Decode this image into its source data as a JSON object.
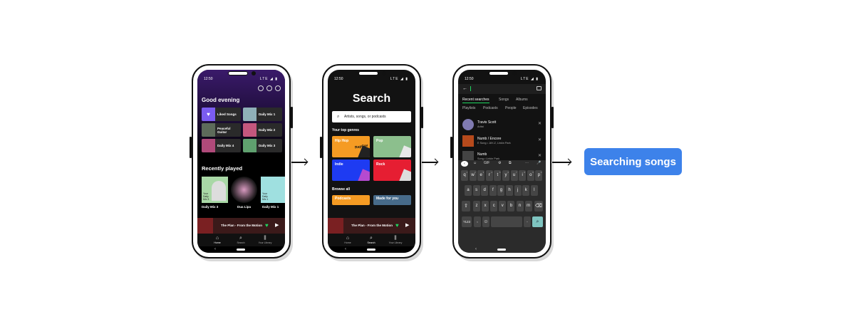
{
  "status": {
    "time": "12:50",
    "signal": "LTE ◢ ▮"
  },
  "home": {
    "greeting": "Good evening",
    "tiles": [
      {
        "label": "Liked Songs",
        "color": "#7b5cf0"
      },
      {
        "label": "Daily Mix 1",
        "color": "#8fb0b8"
      },
      {
        "label": "Peaceful Guitar",
        "color": "#5d6b5a"
      },
      {
        "label": "Daily Mix 2",
        "color": "#c4577e"
      },
      {
        "label": "Daily Mix 4",
        "color": "#b04a7a"
      },
      {
        "label": "Daily Mix 3",
        "color": "#5fa06f"
      }
    ],
    "recently_played_title": "Recently played",
    "recent": [
      {
        "label": "Daily Mix 3",
        "inner": "Your Daily Mix 3",
        "color": "#a9d8a6"
      },
      {
        "label": "Dua Lipa",
        "color": "#c98bb0"
      },
      {
        "label": "Daily Mix 1",
        "inner": "Your Daily Mix 1",
        "color": "#9fe0e0"
      }
    ]
  },
  "now_playing": {
    "track": "The Plan - From the Motion"
  },
  "nav": {
    "home": "Home",
    "search": "Search",
    "library": "Your Library"
  },
  "search": {
    "title": "Search",
    "placeholder": "Artists, songs, or podcasts",
    "top_genres": "Your top genres",
    "genres": [
      {
        "label": "Hip Hop",
        "color": "#f59b23",
        "art": "RapCav"
      },
      {
        "label": "Pop",
        "color": "#8cbf8d"
      },
      {
        "label": "Indie",
        "color": "#1e3bf2"
      },
      {
        "label": "Rock",
        "color": "#e61e32"
      }
    ],
    "browse_all": "Browse all",
    "browse": [
      {
        "label": "Podcasts",
        "color": "#f59b23"
      },
      {
        "label": "Made for you",
        "color": "#476b8a"
      }
    ]
  },
  "results": {
    "tabs_row1": [
      "Recent searches",
      "Songs",
      "Albums"
    ],
    "tabs_row2": [
      "Playlists",
      "Podcasts",
      "People",
      "Episodes"
    ],
    "items": [
      {
        "title": "Travis Scott",
        "subtitle": "Artist",
        "color": "#7f7ab0"
      },
      {
        "title": "Numb / Encore",
        "subtitle": "E Song • JAY-Z, Linkin Park",
        "color": "#b64a1c"
      },
      {
        "title": "Numb",
        "subtitle": "Song • Linkin Park",
        "color": "#444444"
      }
    ],
    "keyboard_toolbar": [
      "‹",
      "☺",
      "GIF",
      "⚙",
      "⧉",
      "⋯",
      "🎤"
    ],
    "row1": [
      "q",
      "w",
      "e",
      "r",
      "t",
      "y",
      "u",
      "i",
      "o",
      "p"
    ],
    "row1_nums": [
      "1",
      "2",
      "3",
      "4",
      "5",
      "6",
      "7",
      "8",
      "9",
      "0"
    ],
    "row2": [
      "a",
      "s",
      "d",
      "f",
      "g",
      "h",
      "j",
      "k",
      "l"
    ],
    "row3": [
      "z",
      "x",
      "c",
      "v",
      "b",
      "n",
      "m"
    ],
    "row4": {
      "sym": "?123",
      "comma": ",",
      "period": "."
    }
  },
  "caption": "Searching songs",
  "colors": {
    "accent": "#3d82ea",
    "spotify_green": "#1ed760"
  }
}
